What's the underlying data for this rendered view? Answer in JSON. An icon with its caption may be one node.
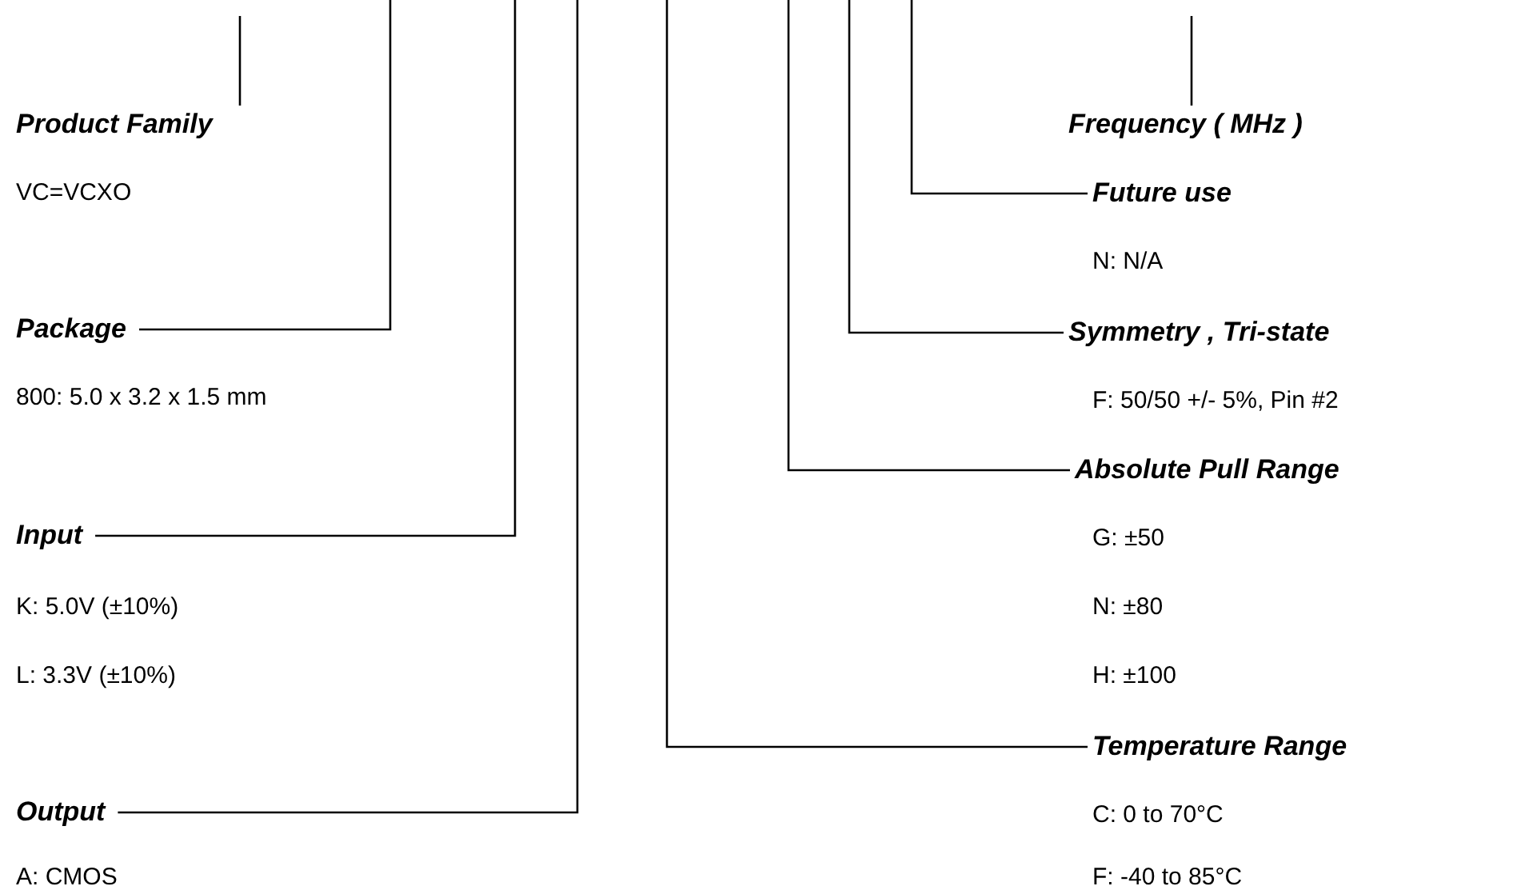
{
  "diagram": {
    "nodes": [
      {
        "text": [
          "Product Family"
        ],
        "beside": [
          "VC=VCXO"
        ]
      },
      {
        "text": [
          "Frequency (  MHz )"
        ]
      },
      {
        "text": [
          "Future use"
        ],
        "beside": [
          "N: N/A"
        ]
      },
      {
        "text": [
          "Package"
        ],
        "beside": [
          "800: 5.0 x 3.2 x 1.5 mm"
        ]
      },
      {
        "text": [
          "Symmetry , Tri-state"
        ],
        "beside": [
          "F: 50/50 +/- 5%, Pin #2"
        ]
      },
      {
        "text": [
          "Absolute Pull Range"
        ],
        "beside": [
          "G: ±50",
          "N: ±80",
          "H: ±100"
        ]
      },
      {
        "text": [
          "Input"
        ],
        "beside": [
          "K: 5.0V (±10%)",
          "L: 3.3V (±10%)"
        ]
      },
      {
        "text": [
          "Temperature Range"
        ],
        "beside": [
          "C: 0 to 70°C",
          "F: -40 to 85°C"
        ]
      },
      {
        "text": [
          "Output"
        ],
        "beside": [
          "A: CMOS"
        ]
      }
    ],
    "edges": [
      {
        "from": null,
        "to": 0,
        "arrow": "none"
      },
      {
        "from": null,
        "to": 3,
        "arrow": "none"
      },
      {
        "from": null,
        "to": 6,
        "arrow": "none"
      },
      {
        "from": null,
        "to": 8,
        "arrow": "none"
      },
      {
        "from": null,
        "to": 7,
        "arrow": "none"
      },
      {
        "from": null,
        "to": 5,
        "arrow": "none"
      },
      {
        "from": null,
        "to": 4,
        "arrow": "none"
      },
      {
        "from": null,
        "to": 2,
        "arrow": "none"
      },
      {
        "from": null,
        "to": 1,
        "arrow": "none"
      }
    ]
  }
}
